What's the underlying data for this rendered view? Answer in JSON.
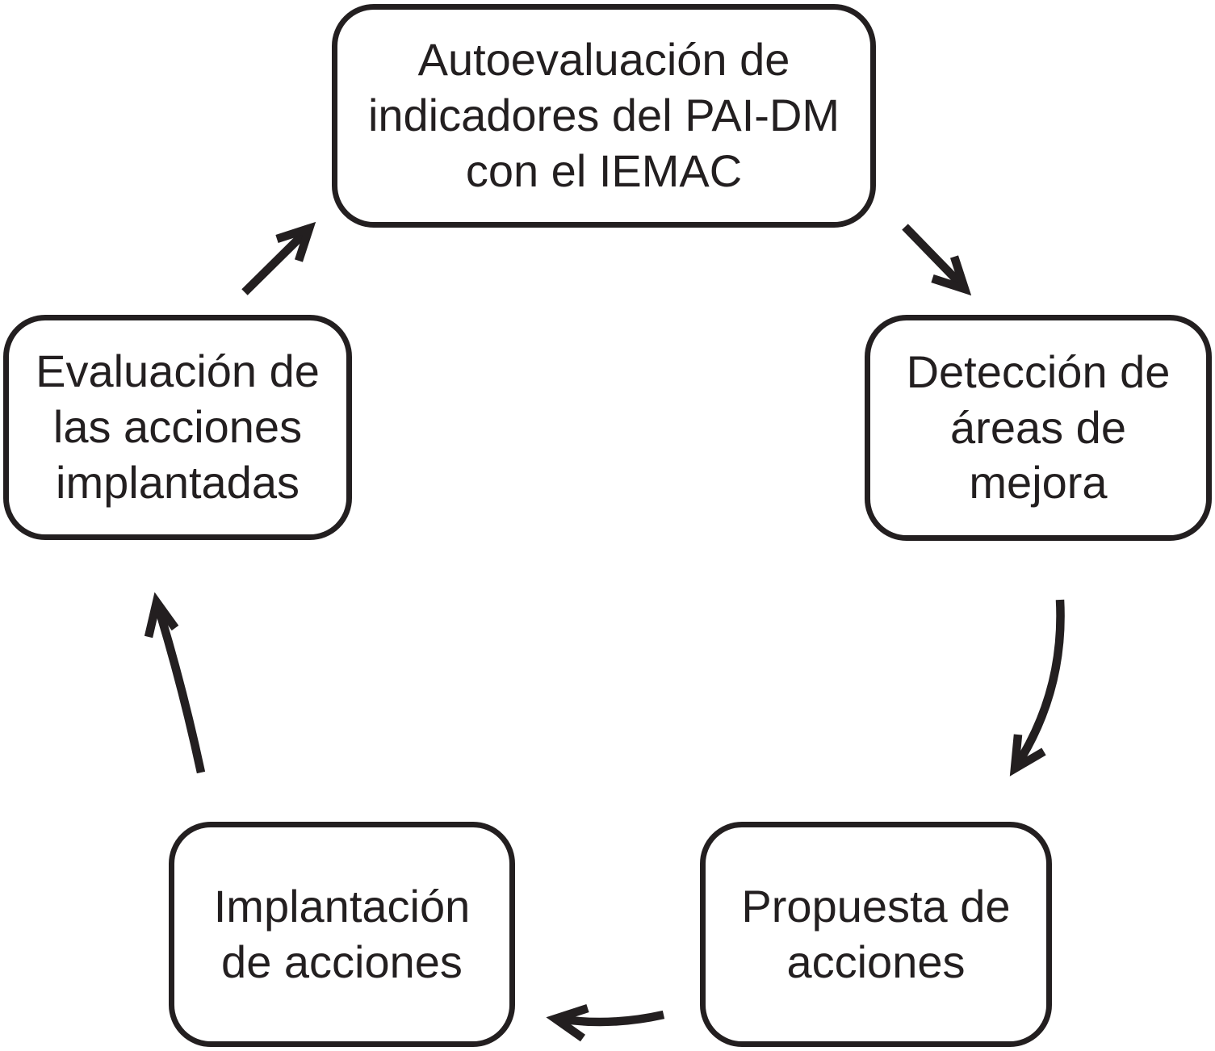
{
  "diagram": {
    "background": "#ffffff",
    "stroke_color": "#231f20",
    "nodes": [
      {
        "id": "autoevaluacion",
        "label": "Autoevaluación de\nindicadores del PAI-DM\ncon el IEMAC"
      },
      {
        "id": "deteccion",
        "label": "Detección de\náreas de\nmejora"
      },
      {
        "id": "propuesta",
        "label": "Propuesta de\nacciones"
      },
      {
        "id": "implantacion",
        "label": "Implantación\nde acciones"
      },
      {
        "id": "evaluacion",
        "label": "Evaluación de\nlas acciones\nimplantadas"
      }
    ],
    "edges": [
      {
        "from": "autoevaluacion",
        "to": "deteccion"
      },
      {
        "from": "deteccion",
        "to": "propuesta"
      },
      {
        "from": "propuesta",
        "to": "implantacion"
      },
      {
        "from": "implantacion",
        "to": "evaluacion"
      },
      {
        "from": "evaluacion",
        "to": "autoevaluacion"
      }
    ]
  }
}
